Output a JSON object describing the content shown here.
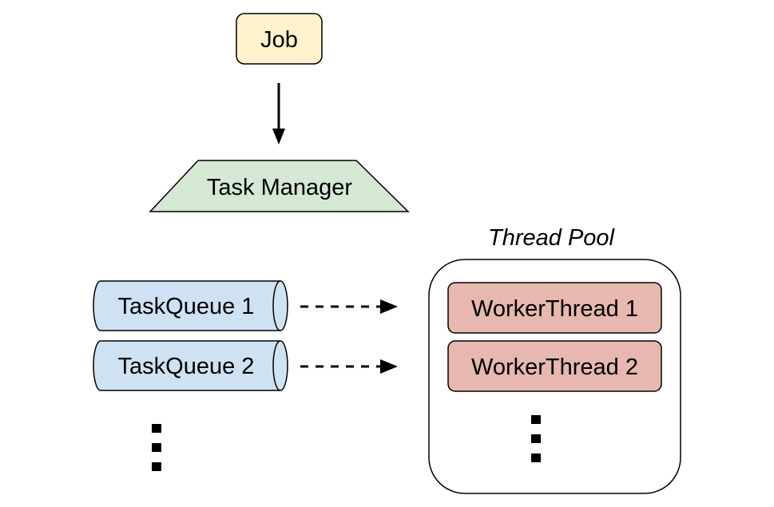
{
  "nodes": {
    "job": {
      "label": "Job"
    },
    "task_manager": {
      "label": "Task Manager"
    },
    "task_queue_1": {
      "label": "TaskQueue 1"
    },
    "task_queue_2": {
      "label": "TaskQueue 2"
    },
    "worker_thread_1": {
      "label": "WorkerThread 1"
    },
    "worker_thread_2": {
      "label": "WorkerThread 2"
    }
  },
  "thread_pool": {
    "title": "Thread Pool"
  },
  "colors": {
    "job_fill": "#fff2cc",
    "task_manager_fill": "#d5e8d4",
    "queue_fill": "#cfe2f3",
    "worker_fill": "#e6b8af",
    "stroke": "#000000"
  }
}
